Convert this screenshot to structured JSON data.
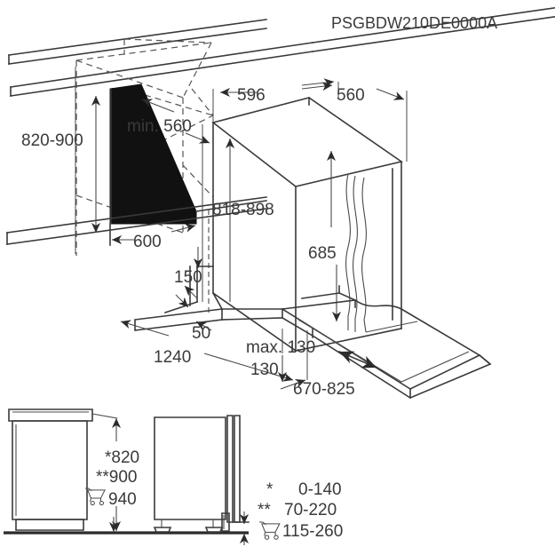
{
  "document": {
    "title": "PSGBDW210DE0000A",
    "type": "installation-dimension-drawing",
    "units": "mm",
    "background_color": "#ffffff",
    "line_color": "#3a3a3a"
  },
  "main_view": {
    "name": "isometric-niche-and-appliance",
    "dimensions": {
      "niche_height": "820-900",
      "niche_depth_min": "min. 560",
      "niche_width": "600",
      "worktop_depth_front": "596",
      "worktop_depth_rear": "560",
      "appliance_height": "818-898",
      "door_panel_height": "685",
      "service_offset_top": "150",
      "service_offset_bottom": "50",
      "hose_reach": "1240",
      "plinth_max": "max. 130",
      "door_swing_clearance": "670-825"
    }
  },
  "elevation_left": {
    "name": "front-elevation-with-worktop",
    "labels": {
      "height_single_star": "*820",
      "height_double_star": "**900",
      "height_cart": "940"
    },
    "cart_icon": "shopping-cart-icon"
  },
  "elevation_right": {
    "name": "side-elevation-with-adjustable-feet"
  },
  "legend": {
    "name": "footnote-legend",
    "rows": [
      {
        "marker": "*",
        "value": "0-140"
      },
      {
        "marker": "**",
        "value": "70-220"
      },
      {
        "marker": "cart",
        "icon": "shopping-cart-icon",
        "value": "115-260"
      }
    ]
  }
}
